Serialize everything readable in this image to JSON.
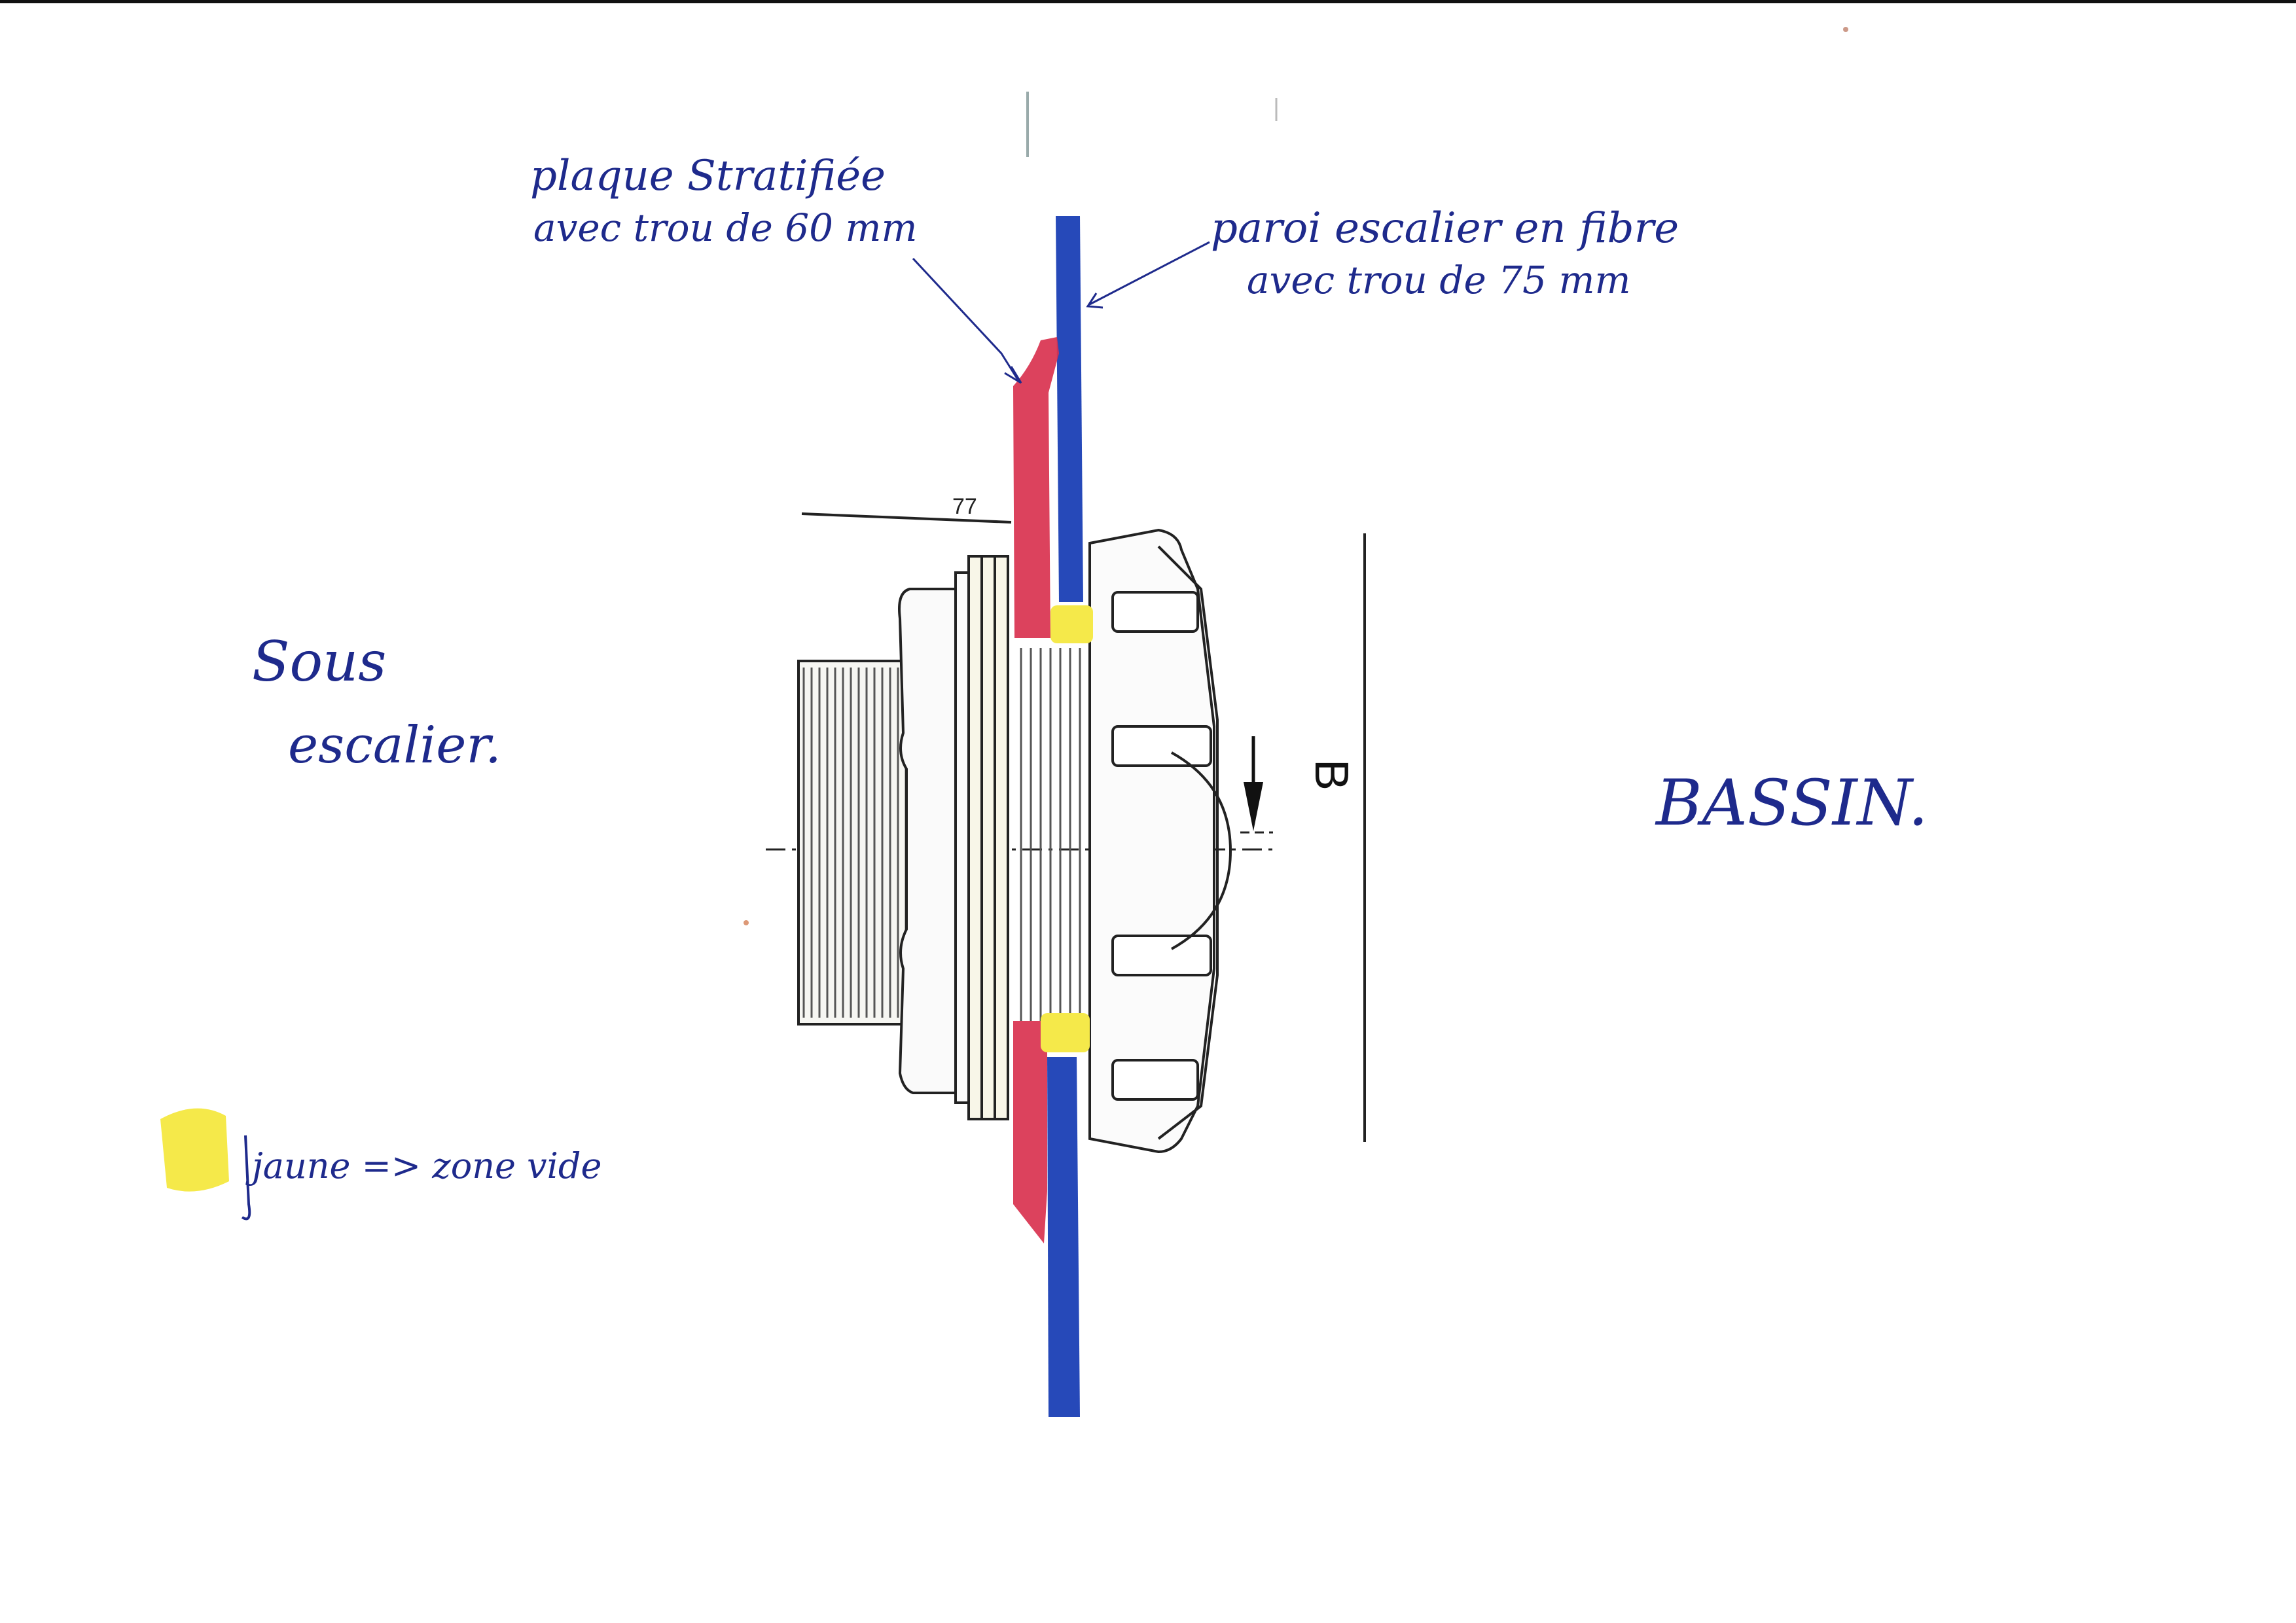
{
  "annotations": {
    "plate_label_line1": "plaque Stratifiée",
    "plate_label_line2": "avec trou de 60 mm",
    "wall_label_line1": "paroi escalier en fibre",
    "wall_label_line2": "avec trou de 75 mm",
    "left_side_line1": "Sous",
    "left_side_line2": "escalier.",
    "right_side": "BASSIN.",
    "legend_text": "jaune => zone vide"
  },
  "drawing": {
    "dimension_label": "77",
    "section_label": "B"
  },
  "colors": {
    "ink": "#1e2a8c",
    "blue_wall": "#1a3fb5",
    "red_plate": "#d9324f",
    "yellow_void": "#f5e94a",
    "line": "#222222"
  }
}
